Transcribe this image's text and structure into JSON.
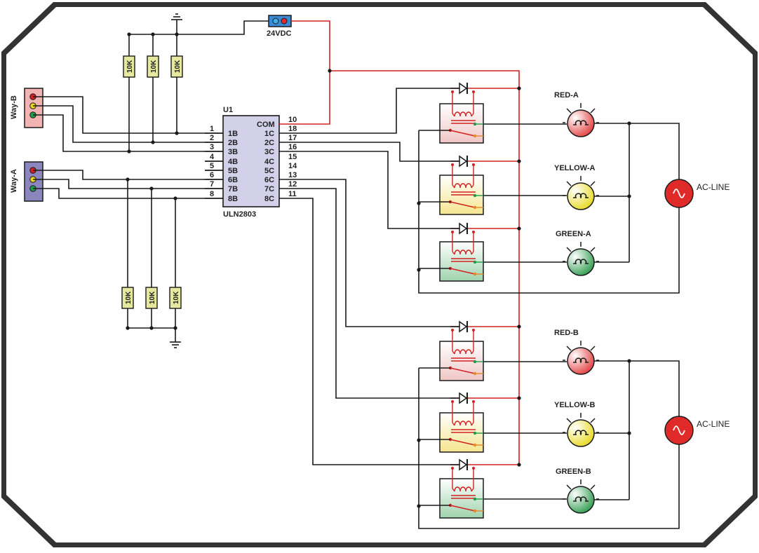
{
  "ic": {
    "ref": "U1",
    "part": "ULN2803",
    "left_pins": [
      {
        "num": "1",
        "name": "1B"
      },
      {
        "num": "2",
        "name": "2B"
      },
      {
        "num": "3",
        "name": "3B"
      },
      {
        "num": "4",
        "name": "4B"
      },
      {
        "num": "5",
        "name": "5B"
      },
      {
        "num": "6",
        "name": "6B"
      },
      {
        "num": "7",
        "name": "7B"
      },
      {
        "num": "8",
        "name": "8B"
      }
    ],
    "right_pins": [
      {
        "num": "10",
        "name": "COM"
      },
      {
        "num": "18",
        "name": "1C"
      },
      {
        "num": "17",
        "name": "2C"
      },
      {
        "num": "16",
        "name": "3C"
      },
      {
        "num": "15",
        "name": "4C"
      },
      {
        "num": "14",
        "name": "5C"
      },
      {
        "num": "13",
        "name": "6C"
      },
      {
        "num": "12",
        "name": "7C"
      },
      {
        "num": "11",
        "name": "8C"
      }
    ]
  },
  "power": {
    "label": "24VDC"
  },
  "resistors": {
    "value": "10K"
  },
  "inputs": [
    {
      "label": "Way-B",
      "fill": "#f2b3b3"
    },
    {
      "label": "Way-A",
      "fill": "#8c86bf"
    }
  ],
  "input_led_colors": [
    "#d42020",
    "#e8d81a",
    "#1e9e4a"
  ],
  "lamps": [
    {
      "label": "RED-A",
      "color": "#e23a3a"
    },
    {
      "label": "YELLOW-A",
      "color": "#e8d81a"
    },
    {
      "label": "GREEN-A",
      "color": "#2a9a4a"
    },
    {
      "label": "RED-B",
      "color": "#e23a3a"
    },
    {
      "label": "YELLOW-B",
      "color": "#e8d81a"
    },
    {
      "label": "GREEN-B",
      "color": "#2a9a4a"
    }
  ],
  "ac_sources": [
    {
      "label": "AC-LINE"
    },
    {
      "label": "AC-LINE"
    }
  ],
  "colors": {
    "power_wire": "#d42020",
    "ic_body": "#d3d0ea",
    "relay_red": "#f3d4d4",
    "relay_yellow": "#f7efb8",
    "relay_green": "#bfe0c7"
  }
}
